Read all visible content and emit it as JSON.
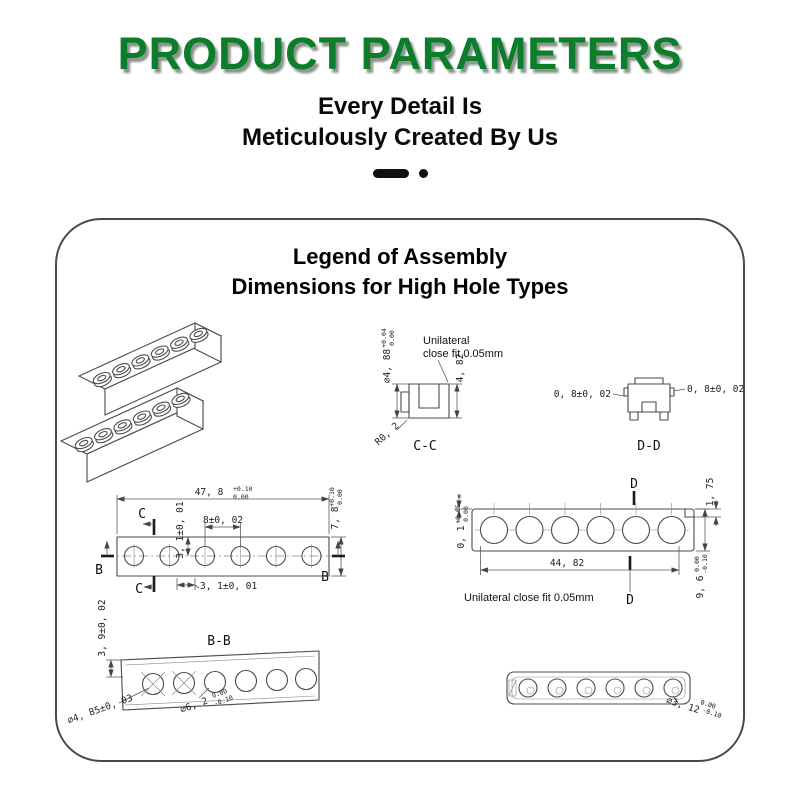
{
  "header": {
    "title": "PRODUCT PARAMETERS",
    "subtitle_line1": "Every Detail Is",
    "subtitle_line2": "Meticulously Created By Us"
  },
  "panel": {
    "title_line1": "Legend of Assembly",
    "title_line2": "Dimensions for High Hole Types"
  },
  "colors": {
    "title_green": "#0b7d2b",
    "line_gray": "#4a4a4a"
  },
  "views": {
    "cc": {
      "label": "C-C",
      "note_line1": "Unilateral",
      "note_line2": "close fit 0.05mm",
      "dia": "⌀4, 88",
      "dia_tol_up": "+0.04",
      "dia_tol_dn": "0.00",
      "height": "4, 82",
      "radius": "R0, 2"
    },
    "dd": {
      "label": "D-D",
      "dim_left": "0, 8±0, 02",
      "dim_right": "0, 8±0, 02"
    },
    "front": {
      "width": "47, 8",
      "width_tol_up": "+0.10",
      "width_tol_dn": "0.00",
      "height": "7, 8",
      "height_tol_up": "+0.10",
      "height_tol_dn": "0.00",
      "pitch": "8±0, 02",
      "edge_vertical": "3, 1±0, 01",
      "edge_horizontal": "3, 1±0, 01",
      "marker_b": "B",
      "marker_c": "C"
    },
    "top": {
      "width": "44, 82",
      "flange": "0, 1",
      "flange_tol_up": "+0.05",
      "flange_tol_dn": "0.00",
      "flange_star": "*",
      "lip": "1, 75",
      "depth": "9, 6",
      "depth_tol_up": "0.00",
      "depth_tol_dn": "-0.10",
      "note": "Unilateral close fit 0.05mm",
      "marker_d": "D"
    },
    "bb": {
      "label": "B-B",
      "height": "3, 9±0, 02",
      "hole_dia": "⌀4, 85±0, 03",
      "stud_dia": "⌀6, 2",
      "stud_tol_up": "0.00",
      "stud_tol_dn": "-0.10"
    },
    "bottom": {
      "hole_dia": "⌀3, 12",
      "hole_tol_up": "0.00",
      "hole_tol_dn": "-0.10"
    }
  }
}
